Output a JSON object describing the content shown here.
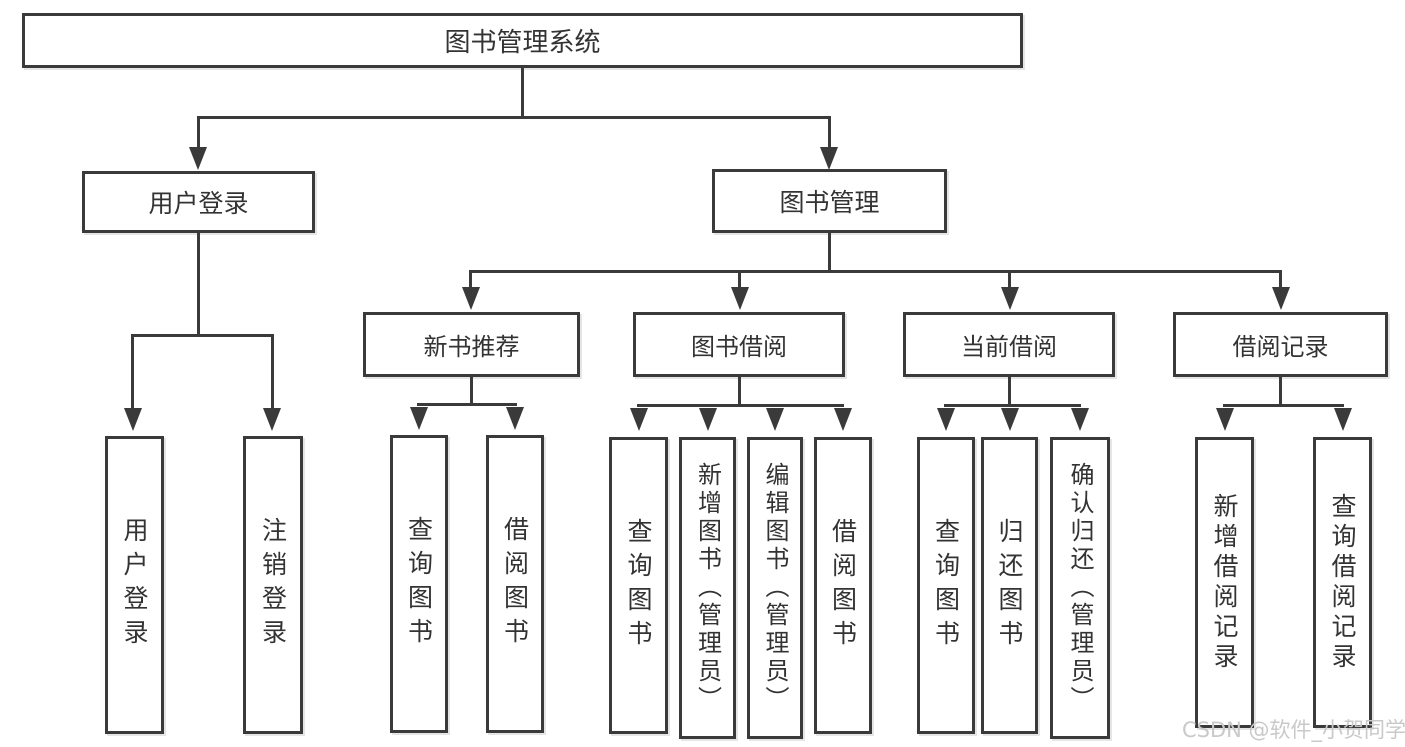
{
  "diagram_type": "hierarchy-tree",
  "nodes": {
    "root": "图书管理系统",
    "level2": [
      "用户登录",
      "图书管理"
    ],
    "level3": [
      "新书推荐",
      "图书借阅",
      "当前借阅",
      "借阅记录"
    ],
    "leaves": {
      "user_login": [
        "用户登录",
        "注销登录"
      ],
      "new_book": [
        "查询图书",
        "借阅图书"
      ],
      "book_borrow": [
        "查询图书",
        "新增图书（管理员）",
        "编辑图书（管理员）",
        "借阅图书"
      ],
      "current_borrow": [
        "查询图书",
        "归还图书",
        "确认归还（管理员）"
      ],
      "borrow_records": [
        "新增借阅记录",
        "查询借阅记录"
      ]
    }
  },
  "watermark": "CSDN @软件_小贺同学",
  "colors": {
    "line": "#3a3a3a",
    "text": "#333333",
    "box_background": "#ffffff",
    "watermark": "#c9c9c9",
    "background": "#ffffff"
  }
}
